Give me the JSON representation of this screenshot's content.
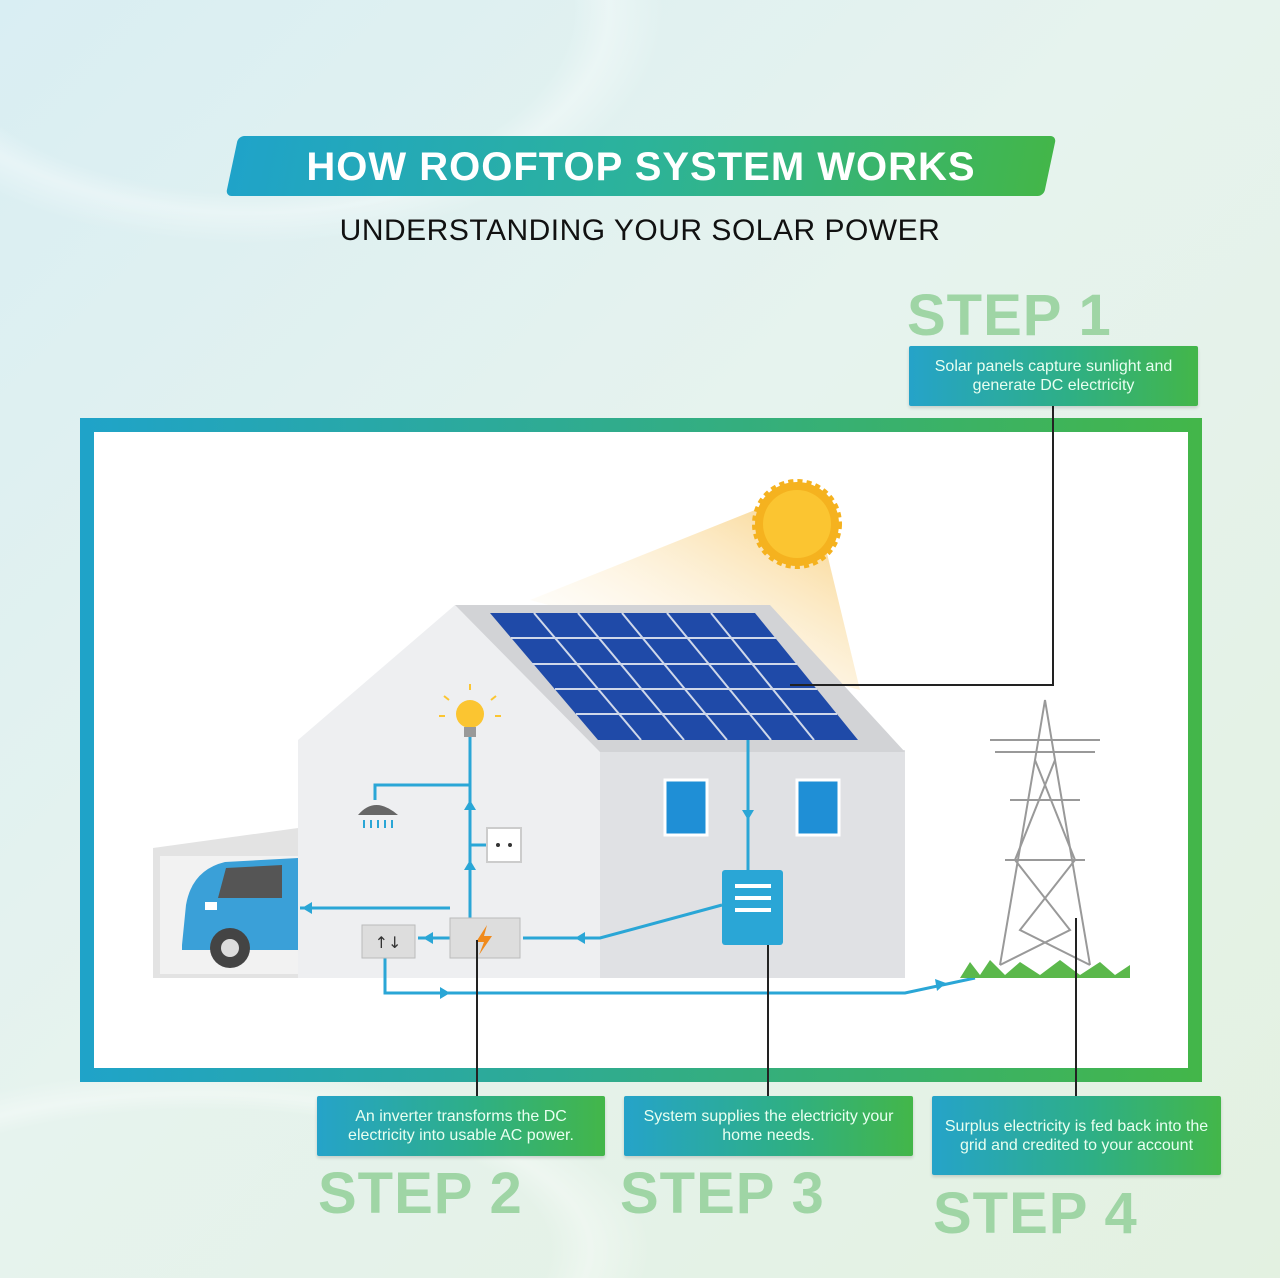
{
  "header": {
    "title": "HOW ROOFTOP SYSTEM WORKS",
    "subtitle": "UNDERSTANDING YOUR SOLAR POWER"
  },
  "steps": [
    {
      "label": "STEP 1",
      "text": "Solar panels capture sunlight and generate DC electricity"
    },
    {
      "label": "STEP 2",
      "text": "An inverter transforms the DC electricity into usable AC power."
    },
    {
      "label": "STEP 3",
      "text": "System supplies the electricity your home needs."
    },
    {
      "label": "STEP 4",
      "text": "Surplus electricity is fed back into the grid and credited to your account"
    }
  ],
  "colors": {
    "blue": "#1fa3c9",
    "green": "#43b649",
    "wire": "#2aa6d6",
    "panel": "#1f4aa8"
  }
}
